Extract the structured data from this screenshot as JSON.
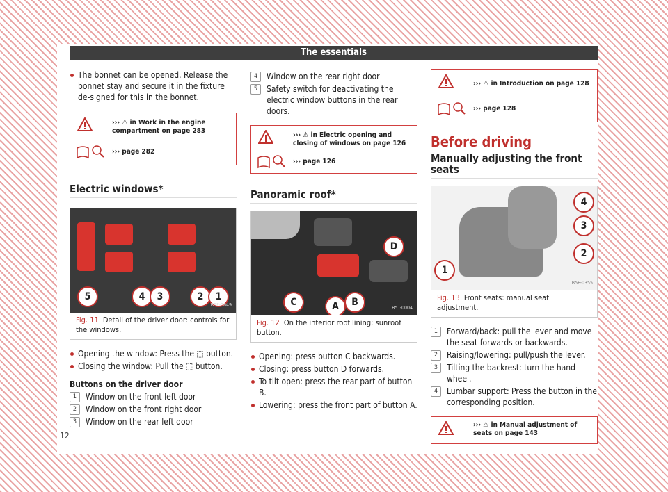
{
  "header": {
    "title": "The essentials"
  },
  "page_number": "12",
  "col1": {
    "intro": "The bonnet can be opened. Release the bonnet stay and secure it in the fixture de-signed for this in the bonnet.",
    "warn_ref": "››› ⚠ in Work in the engine compartment on page 283",
    "book_ref": "››› page 282",
    "heading": "Electric windows*",
    "fig_label": "Fig. 11",
    "fig_caption": "Detail of the driver door: controls for the windows.",
    "fig_code": "B5F-0649",
    "bullet1": "Opening the window: Press the ⬚ button.",
    "bullet2": "Closing the window: Pull the ⬚ button.",
    "sub": "Buttons on the driver door",
    "items": [
      "Window on the front left door",
      "Window on the front right door",
      "Window on the rear left door"
    ]
  },
  "col2": {
    "items": [
      "Window on the rear right door",
      "Safety switch for deactivating the electric window buttons in the rear doors."
    ],
    "item_nums": [
      "4",
      "5"
    ],
    "warn_ref": "››› ⚠ in Electric opening and closing of windows on page 126",
    "book_ref": "››› page 126",
    "heading": "Panoramic roof*",
    "fig_label": "Fig. 12",
    "fig_caption": "On the interior roof lining: sunroof button.",
    "fig_code": "B5T-0004",
    "bullets": [
      "Opening: press button C backwards.",
      "Closing: press button D forwards.",
      "To tilt open: press the rear part of button B.",
      "Lowering: press the front part of button A."
    ]
  },
  "col3": {
    "warn_ref": "››› ⚠ in Introduction on page 128",
    "book_ref": "››› page 128",
    "h1": "Before driving",
    "heading": "Manually adjusting the front seats",
    "fig_label": "Fig. 13",
    "fig_caption": "Front seats: manual seat adjustment.",
    "fig_code": "B5F-0355",
    "items": [
      "Forward/back: pull the lever and move the seat forwards or backwards.",
      "Raising/lowering: pull/push the lever.",
      "Tilting the backrest: turn the hand wheel.",
      "Lumbar support: Press the button in the corresponding position."
    ],
    "warn2": "››› ⚠ in Manual adjustment of seats on page 143"
  },
  "colors": {
    "accent": "#c0302d",
    "hatch": "#e9a4a4"
  }
}
